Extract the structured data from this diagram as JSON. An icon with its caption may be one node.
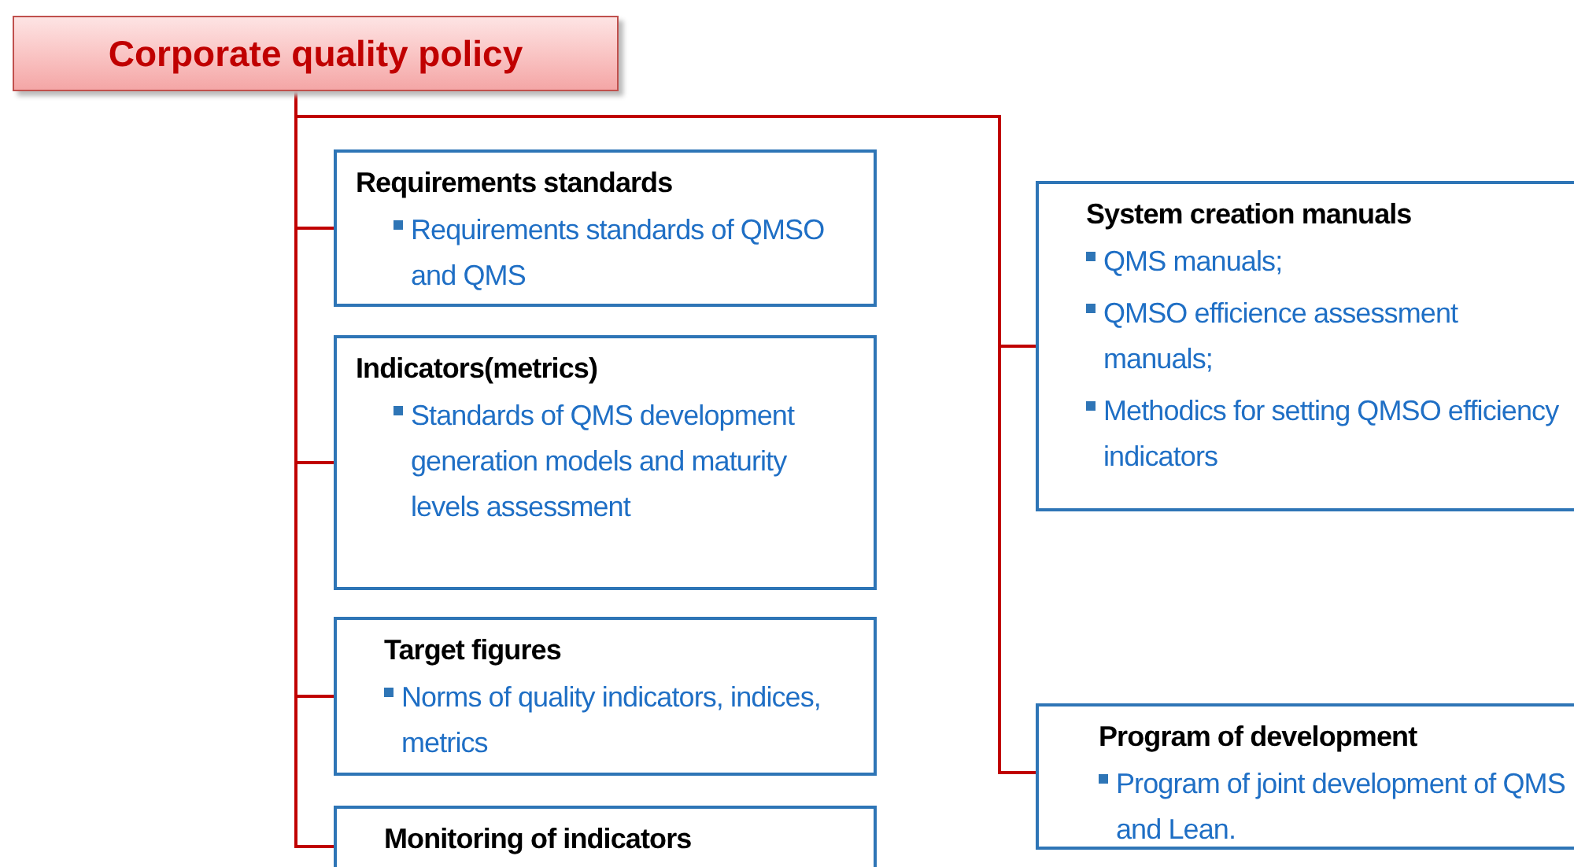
{
  "diagram": {
    "nodes": [
      {
        "text": [
          "Corporate quality policy"
        ]
      },
      {
        "text": [
          "Requirements standards",
          "Requirements standards of QMSO and QMS"
        ]
      },
      {
        "text": [
          "Indicators(metrics)",
          "Standards of QMS development  generation models and maturity levels assessment"
        ]
      },
      {
        "text": [
          "Target figures",
          "Norms of quality indicators, indices, metrics"
        ]
      },
      {
        "text": [
          "Monitoring of indicators"
        ]
      },
      {
        "text": [
          "System creation manuals",
          "QMS manuals;",
          "QMSO efficience assessment manuals;",
          "Methodics for setting QMSO efficiency indicators"
        ]
      },
      {
        "text": [
          "Program of development",
          "Program of joint development of QMS and Lean."
        ]
      }
    ],
    "edges": [
      {
        "from": 0,
        "to": 1,
        "arrow": "none"
      },
      {
        "from": 0,
        "to": 2,
        "arrow": "none"
      },
      {
        "from": 0,
        "to": 3,
        "arrow": "none"
      },
      {
        "from": 0,
        "to": 4,
        "arrow": "none"
      },
      {
        "from": 0,
        "to": 5,
        "arrow": "none"
      },
      {
        "from": 0,
        "to": 6,
        "arrow": "none"
      }
    ]
  }
}
